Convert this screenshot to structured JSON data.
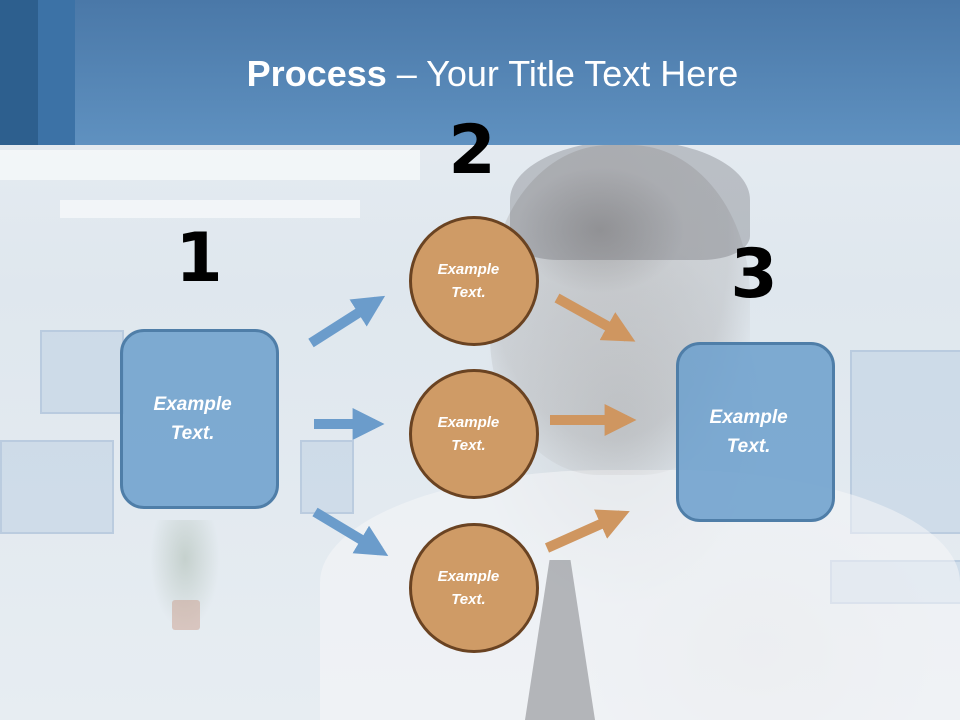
{
  "slide": {
    "title_bold": "Process",
    "title_rest": " – Your Title Text Here",
    "step_numbers": [
      "1",
      "2",
      "3"
    ],
    "left_box": {
      "line1": "Example",
      "line2": "Text."
    },
    "right_box": {
      "line1": "Example",
      "line2": "Text."
    },
    "circles": [
      {
        "line1": "Example",
        "line2": "Text."
      },
      {
        "line1": "Example",
        "line2": "Text."
      },
      {
        "line1": "Example",
        "line2": "Text."
      }
    ]
  },
  "colors": {
    "header": "#5f91c0",
    "box_fill": "#6ea0cd",
    "circle_fill": "#cf9b66",
    "blue_arrow": "#6b9ccb",
    "orange_arrow": "#cf9660"
  }
}
